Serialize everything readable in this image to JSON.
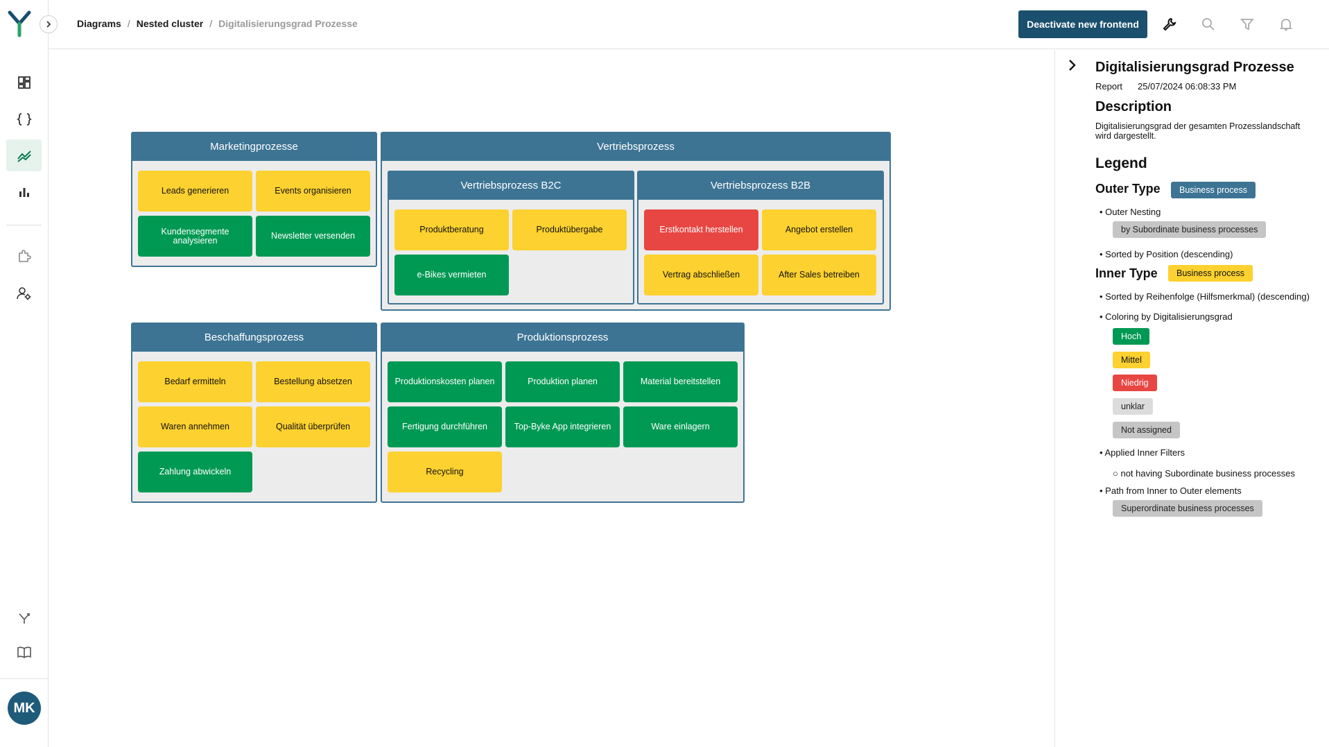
{
  "user": {
    "initials": "MK"
  },
  "breadcrumb": {
    "items": [
      "Diagrams",
      "Nested cluster"
    ],
    "current": "Digitalisierungsgrad Prozesse",
    "separator": "/"
  },
  "toolbar": {
    "deactivate_label": "Deactivate new frontend"
  },
  "diagram": {
    "clusters": {
      "marketing": {
        "title": "Marketingprozesse",
        "cards": [
          "Leads generieren",
          "Events organisieren",
          "Kundensegmente analysieren",
          "Newsletter versenden"
        ]
      },
      "vertrieb": {
        "title": "Vertriebsprozess",
        "b2c": {
          "title": "Vertriebsprozess B2C",
          "cards": [
            "Produktberatung",
            "Produktübergabe",
            "e-Bikes vermieten"
          ]
        },
        "b2b": {
          "title": "Vertriebsprozess B2B",
          "cards": [
            "Erstkontakt herstellen",
            "Angebot erstellen",
            "Vertrag abschließen",
            "After Sales betreiben"
          ]
        }
      },
      "beschaffung": {
        "title": "Beschaffungsprozess",
        "cards": [
          "Bedarf ermitteln",
          "Bestellung absetzen",
          "Waren annehmen",
          "Qualität überprüfen",
          "Zahlung abwickeln"
        ]
      },
      "produktion": {
        "title": "Produktionsprozess",
        "cards": [
          "Produktionskosten planen",
          "Produktion planen",
          "Material bereitstellen",
          "Fertigung durchführen",
          "Top-Byke App integrieren",
          "Ware einlagern",
          "Recycling"
        ]
      }
    }
  },
  "panel": {
    "title": "Digitalisierungsgrad Prozesse",
    "report_label": "Report",
    "report_date": "25/07/2024 06:08:33 PM",
    "description_heading": "Description",
    "description_text": "Digitalisierungsgrad der gesamten Prozesslandschaft wird dargestellt.",
    "legend_heading": "Legend",
    "outer_type_label": "Outer Type",
    "outer_type_chip": "Business process",
    "outer_nesting_label": "• Outer Nesting",
    "outer_nesting_chip": "by Subordinate business processes",
    "outer_sort": "• Sorted by Position (descending)",
    "inner_type_label": "Inner Type",
    "inner_type_chip": "Business process",
    "inner_sort": "• Sorted by Reihenfolge (Hilfsmerkmal) (descending)",
    "coloring_label": "• Coloring by Digitalisierungsgrad",
    "color_levels": [
      "Hoch",
      "Mittel",
      "Niedrig",
      "unklar",
      "Not assigned"
    ],
    "applied_filters_label": "• Applied Inner Filters",
    "filter_item": "○ not having Subordinate business processes",
    "path_label": "• Path from Inner to Outer elements",
    "path_chip": "Superordinate business processes"
  },
  "colors": {
    "hoch": "#009954",
    "mittel": "#fdd12f",
    "niedrig": "#e84642",
    "cluster_header": "#3d7494",
    "brand": "#1a4f6e"
  }
}
